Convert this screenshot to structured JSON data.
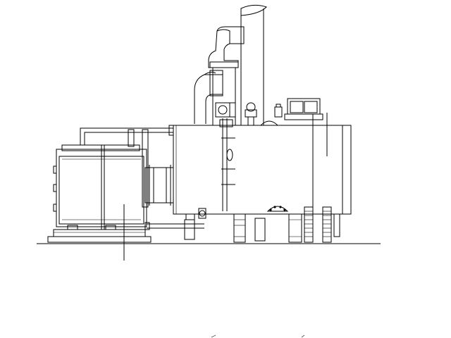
{
  "drawing": {
    "background": "#ffffff",
    "line_color": "#000000",
    "components": [
      "ground-line",
      "base-skid",
      "container-enclosure",
      "connecting-pipes",
      "expansion-bellows",
      "main-boiler-shell",
      "exhaust-stacks",
      "chimney",
      "top-fittings",
      "water-level-gauge",
      "bottom-manhole",
      "support-legs",
      "callout-leaders"
    ]
  }
}
